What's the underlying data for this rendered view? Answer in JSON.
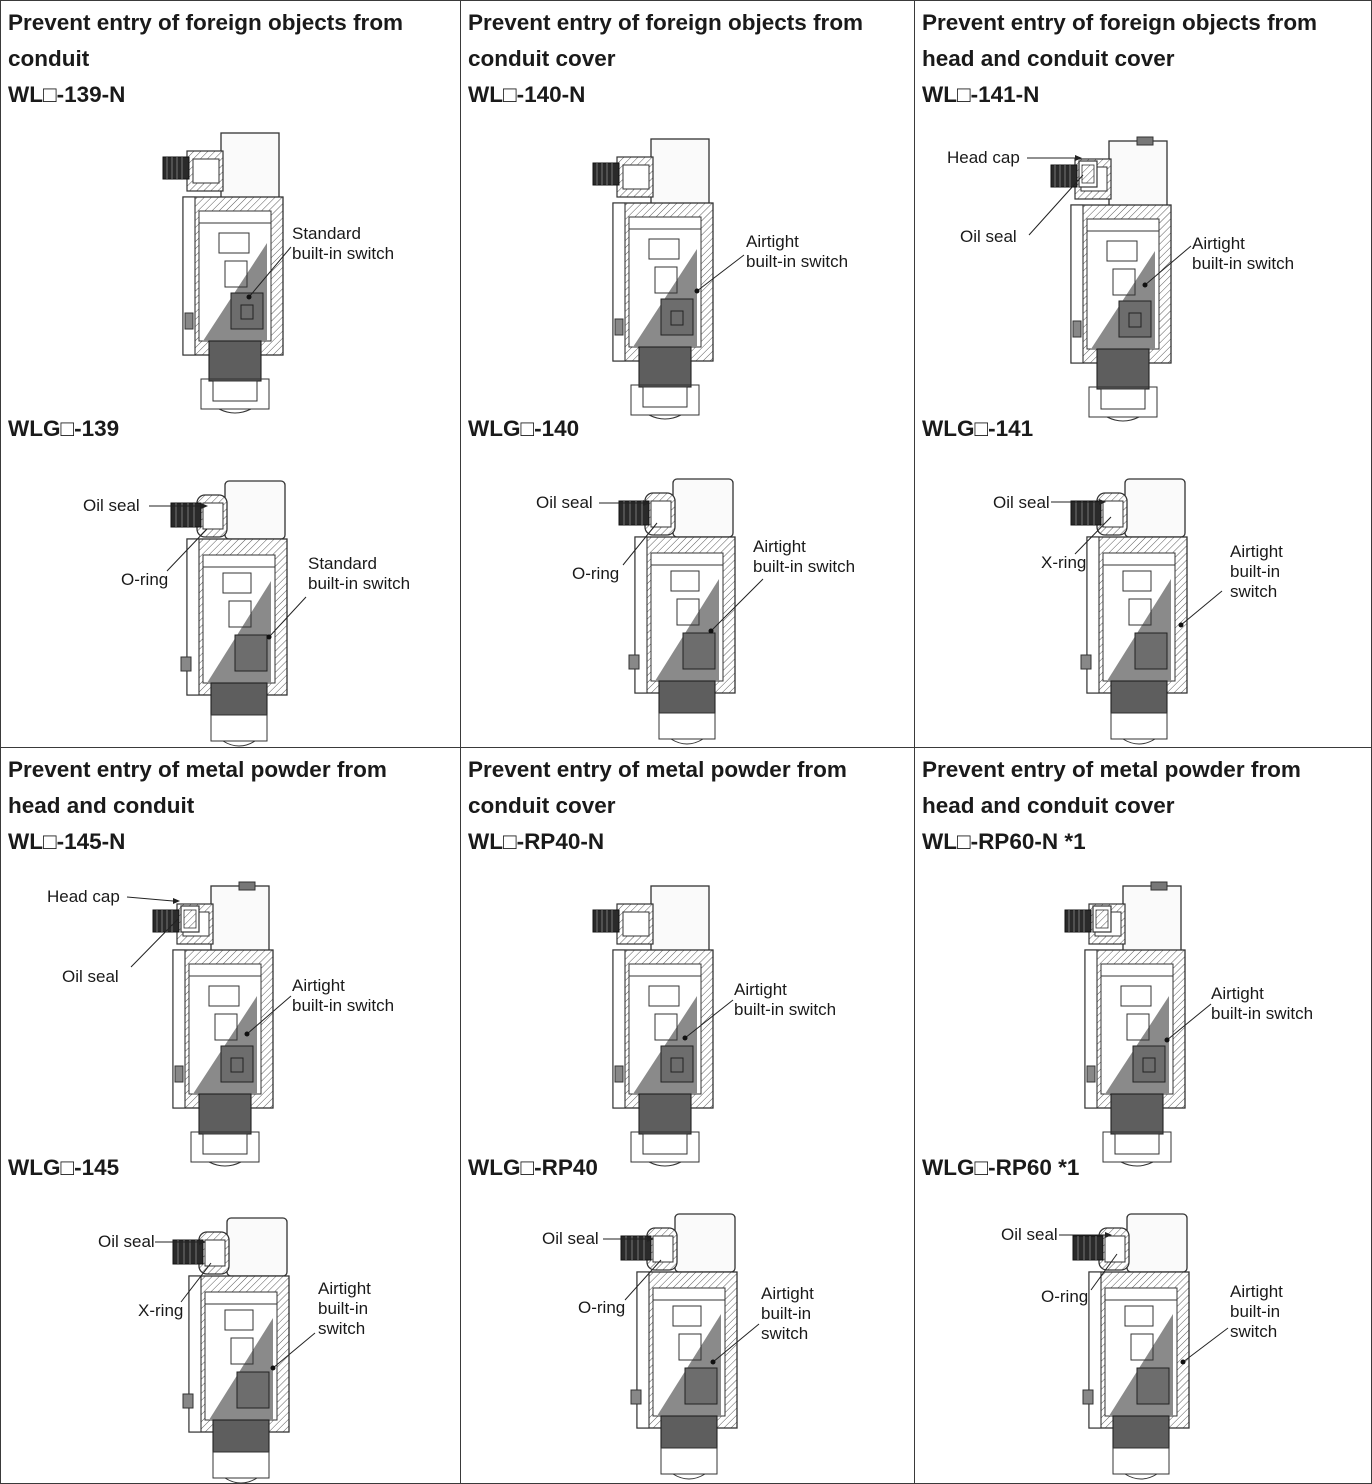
{
  "cells": [
    {
      "title_line1": "Prevent entry of foreign objects from",
      "title_line2": "conduit",
      "model_top": "WL□-139-N",
      "model_bottom": "WLG□-139",
      "top_labels": {
        "switch_l1": "Standard",
        "switch_l2": "built-in switch"
      },
      "bottom_labels": {
        "seal": "Oil seal",
        "ring": "O-ring",
        "switch_l1": "Standard",
        "switch_l2": "built-in switch"
      }
    },
    {
      "title_line1": "Prevent entry of foreign objects from",
      "title_line2": "conduit cover",
      "model_top": "WL□-140-N",
      "model_bottom": "WLG□-140",
      "top_labels": {
        "switch_l1": "Airtight",
        "switch_l2": "built-in switch"
      },
      "bottom_labels": {
        "seal": "Oil seal",
        "ring": "O-ring",
        "switch_l1": "Airtight",
        "switch_l2": "built-in switch"
      }
    },
    {
      "title_line1": "Prevent entry of foreign objects from",
      "title_line2": "head and conduit cover",
      "model_top": "WL□-141-N",
      "model_bottom": "WLG□-141",
      "top_labels": {
        "cap": "Head cap",
        "seal": "Oil seal",
        "switch_l1": "Airtight",
        "switch_l2": "built-in switch"
      },
      "bottom_labels": {
        "seal": "Oil seal",
        "ring": "X-ring",
        "switch_l1": "Airtight",
        "switch_l2": "built-in",
        "switch_l3": "switch"
      }
    },
    {
      "title_line1": "Prevent entry of metal powder from",
      "title_line2": "head and conduit",
      "model_top": "WL□-145-N",
      "model_bottom": "WLG□-145",
      "top_labels": {
        "cap": "Head cap",
        "seal": "Oil seal",
        "switch_l1": "Airtight",
        "switch_l2": "built-in switch"
      },
      "bottom_labels": {
        "seal": "Oil seal",
        "ring": "X-ring",
        "switch_l1": "Airtight",
        "switch_l2": "built-in",
        "switch_l3": "switch"
      }
    },
    {
      "title_line1": "Prevent entry of metal powder from",
      "title_line2": "conduit cover",
      "model_top": "WL□-RP40-N",
      "model_bottom": "WLG□-RP40",
      "top_labels": {
        "switch_l1": "Airtight",
        "switch_l2": "built-in switch"
      },
      "bottom_labels": {
        "seal": "Oil seal",
        "ring": "O-ring",
        "switch_l1": "Airtight",
        "switch_l2": "built-in",
        "switch_l3": "switch"
      }
    },
    {
      "title_line1": "Prevent entry of metal powder from",
      "title_line2": "head and conduit cover",
      "model_top": "WL□-RP60-N *1",
      "model_bottom": "WLG□-RP60 *1",
      "top_labels": {
        "switch_l1": "Airtight",
        "switch_l2": "built-in switch"
      },
      "bottom_labels": {
        "seal": "Oil seal",
        "ring": "O-ring",
        "switch_l1": "Airtight",
        "switch_l2": "built-in",
        "switch_l3": "switch"
      }
    }
  ]
}
